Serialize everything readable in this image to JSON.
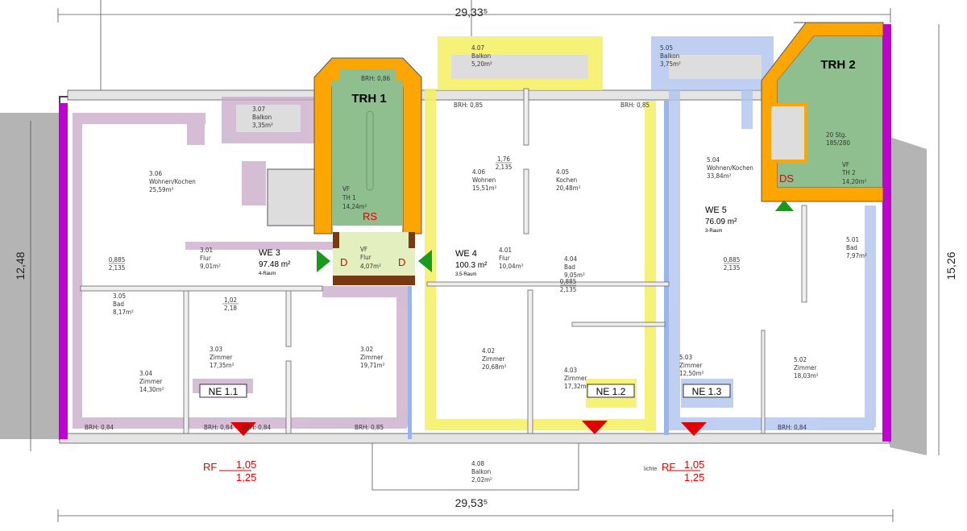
{
  "dimensions": {
    "top": "29,33⁵",
    "bottom": "29,53⁵",
    "left": "12,48",
    "right": "15,26"
  },
  "colors": {
    "we3": "#c8a8c8",
    "we4": "#f5f060",
    "we5": "#b0c4f0",
    "stair_wall": "#ffa500",
    "stair_fill": "#8fbf8f",
    "firewall": "#c000d0",
    "vestibule": "#e4efc0",
    "marker": "#e00000",
    "entry": "#1a9a1a"
  },
  "stairs": [
    {
      "name": "TRH 1",
      "label": "VF",
      "room": "TH 1",
      "area": "14,24m²",
      "mark": "RS"
    },
    {
      "name": "TRH 2",
      "label": "VF",
      "room": "TH 2",
      "area": "14,20m²",
      "mark": "DS",
      "steps": "20 Stg.",
      "step_size": "185/280"
    }
  ],
  "vestibule": {
    "label": "VF",
    "name": "Flur",
    "area": "4,07m²",
    "door_left": "D",
    "door_right": "D"
  },
  "units": [
    {
      "name": "WE 3",
      "area": "97.48 m²",
      "type": "4-Raum",
      "ne": "NE 1.1"
    },
    {
      "name": "WE 4",
      "area": "100.3 m²",
      "type": "3,5-Raum",
      "ne": "NE 1.2"
    },
    {
      "name": "WE 5",
      "area": "76.09 m²",
      "type": "3-Raum",
      "ne": "NE 1.3"
    }
  ],
  "rooms": [
    {
      "no": "3.07",
      "name": "Balkon",
      "area": "3,35m²"
    },
    {
      "no": "3.06",
      "name": "Wohnen/Kochen",
      "area": "25,59m²"
    },
    {
      "no": "3.01",
      "name": "Flur",
      "area": "9,01m²"
    },
    {
      "no": "3.05",
      "name": "Bad",
      "area": "8,17m²"
    },
    {
      "no": "3.04",
      "name": "Zimmer",
      "area": "14,30m²"
    },
    {
      "no": "3.03",
      "name": "Zimmer",
      "area": "17,35m²"
    },
    {
      "no": "3.02",
      "name": "Zimmer",
      "area": "19,71m²"
    },
    {
      "no": "4.07",
      "name": "Balkon",
      "area": "5,20m²"
    },
    {
      "no": "4.06",
      "name": "Wohnen",
      "area": "15,51m²"
    },
    {
      "no": "4.05",
      "name": "Kochen",
      "area": "20,48m²"
    },
    {
      "no": "4.01",
      "name": "Flur",
      "area": "10,04m²"
    },
    {
      "no": "4.04",
      "name": "Bad",
      "area": "9,05m²"
    },
    {
      "no": "4.02",
      "name": "Zimmer",
      "area": "20,68m²"
    },
    {
      "no": "4.03",
      "name": "Zimmer",
      "area": "17,32m²"
    },
    {
      "no": "4.08",
      "name": "Balkon",
      "area": "2,02m²"
    },
    {
      "no": "5.05",
      "name": "Balkon",
      "area": "3,75m²"
    },
    {
      "no": "5.04",
      "name": "Wohnen/Kochen",
      "area": "33,84m²"
    },
    {
      "no": "5.01",
      "name": "Bad",
      "area": "7,97m²"
    },
    {
      "no": "5.03",
      "name": "Zimmer",
      "area": "12,50m²"
    },
    {
      "no": "5.02",
      "name": "Zimmer",
      "area": "18,03m²"
    }
  ],
  "door_sizes": [
    {
      "w": "0,885",
      "h": "2,135"
    },
    {
      "w": "1,76",
      "h": "2,135"
    },
    {
      "w": "0,885",
      "h": "2,135"
    },
    {
      "w": "0,885",
      "h": "2,135"
    },
    {
      "w": "1,02",
      "h": "2,18"
    }
  ],
  "parapets": [
    "BRH: 0,86",
    "BRH: 0,85",
    "BRH: 0,85",
    "BRH: 0,85",
    "BRH: 0,84",
    "BRH: 0,84",
    "BRH: 0,84",
    "BRH: 0,84"
  ],
  "rescue_windows": [
    {
      "prefix": "",
      "label": "RF",
      "width": "1,05",
      "height": "1,25"
    },
    {
      "prefix": "lichte",
      "label": "RF",
      "width": "1,05",
      "height": "1,25"
    }
  ]
}
